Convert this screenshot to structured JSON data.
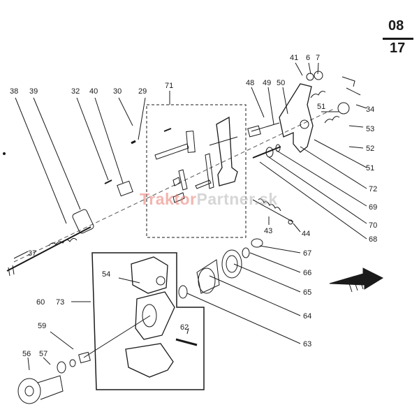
{
  "page": {
    "section": "08",
    "sheet": "17"
  },
  "watermark": {
    "part1": "Traktor",
    "part2": "Partner.sk"
  },
  "callouts": [
    "38",
    "39",
    "32",
    "40",
    "30",
    "29",
    "71",
    "48",
    "49",
    "50",
    "41",
    "6",
    "7",
    "34",
    "53",
    "51",
    "52",
    "51",
    "72",
    "69",
    "70",
    "68",
    "43",
    "44",
    "37",
    "67",
    "66",
    "65",
    "64",
    "63",
    "54",
    "60",
    "73",
    "59",
    "62",
    "56",
    "57"
  ]
}
